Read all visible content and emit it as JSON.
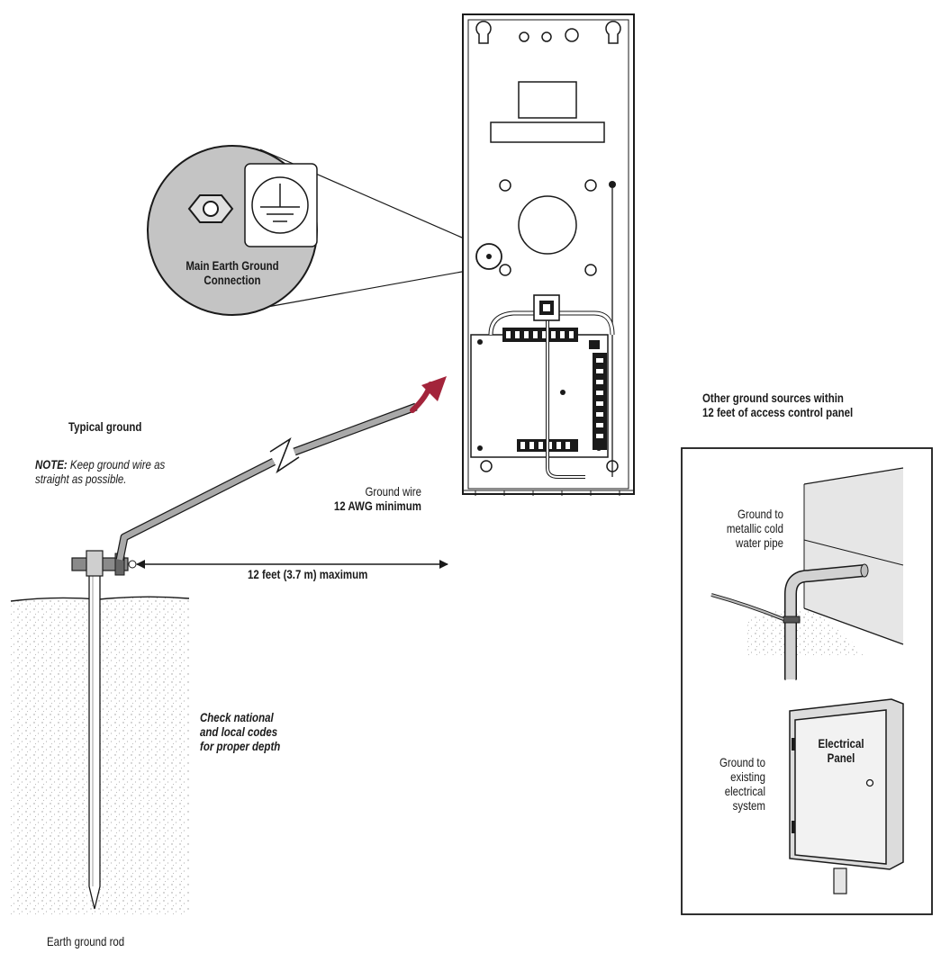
{
  "typical_ground": {
    "title": "Typical ground",
    "note_prefix": "NOTE:",
    "note_line1": " Keep ground wire as",
    "note_line2": "straight as possible."
  },
  "main_earth_ground": {
    "line1": "Main Earth Ground",
    "line2": "Connection"
  },
  "ground_wire": {
    "line1": "Ground wire",
    "line2": "12 AWG minimum"
  },
  "distance_label": "12 feet (3.7 m) maximum",
  "depth_note": {
    "line1": "Check national",
    "line2": "and local codes",
    "line3": "for proper depth"
  },
  "earth_rod_label": "Earth ground rod",
  "other_sources": {
    "title_line1": "Other ground sources within",
    "title_line2": "12 feet of access control panel",
    "pipe_line1": "Ground to",
    "pipe_line2": "metallic cold",
    "pipe_line3": "water pipe",
    "panel_title_line1": "Electrical",
    "panel_title_line2": "Panel",
    "system_line1": "Ground to",
    "system_line2": "existing",
    "system_line3": "electrical",
    "system_line4": "system"
  },
  "colors": {
    "ink": "#1a1a1a",
    "wire_gray": "#a9a9a9",
    "zoom_fill": "#c4c4c4",
    "arrow_red": "#a3243b",
    "wall_gray": "#e6e6e6"
  }
}
